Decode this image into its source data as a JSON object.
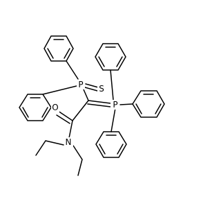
{
  "molecule": {
    "atoms": [
      {
        "id": "P1",
        "label": "P"
      },
      {
        "id": "S",
        "label": "S"
      },
      {
        "id": "P2",
        "label": "P"
      },
      {
        "id": "O",
        "label": "O"
      },
      {
        "id": "N",
        "label": "N"
      }
    ],
    "colors": {
      "bond": "#000000",
      "label": "#000000",
      "background": "#ffffff"
    }
  }
}
